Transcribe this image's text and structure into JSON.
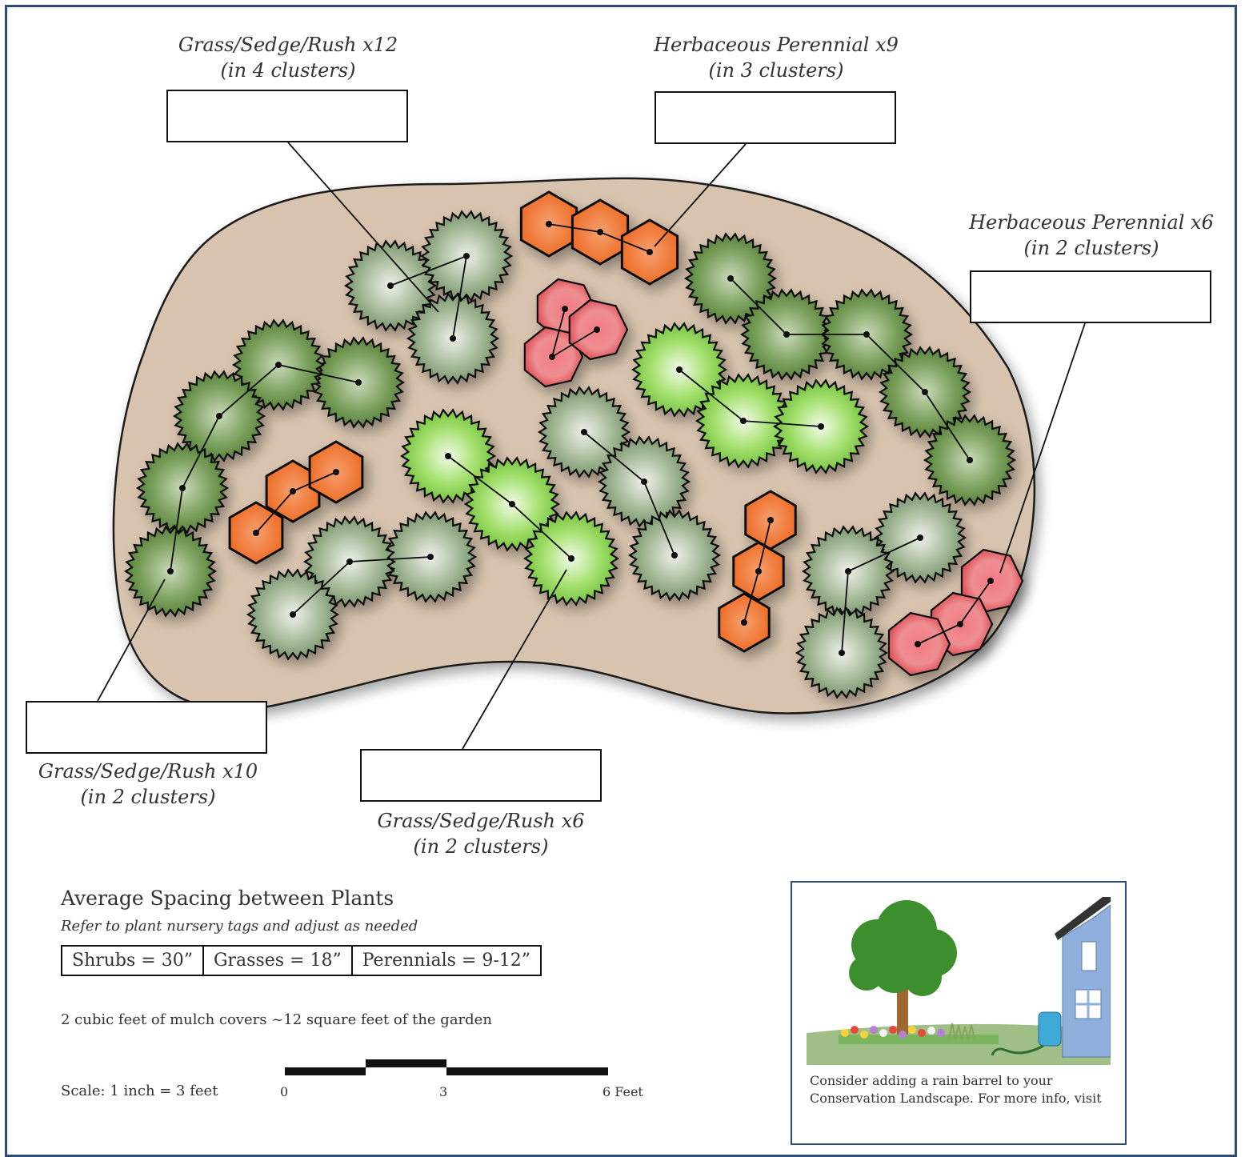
{
  "labels": {
    "grass12": {
      "line1": "Grass/Sedge/Rush x12",
      "line2": "(in 4 clusters)"
    },
    "perennial9": {
      "line1": "Herbaceous Perennial x9",
      "line2": "(in 3 clusters)"
    },
    "perennial6": {
      "line1": "Herbaceous Perennial x6",
      "line2": "(in 2 clusters)"
    },
    "grass10": {
      "line1": "Grass/Sedge/Rush x10",
      "line2": "(in 2 clusters)"
    },
    "grass6": {
      "line1": "Grass/Sedge/Rush x6",
      "line2": "(in 2 clusters)"
    }
  },
  "spacing": {
    "title": "Average Spacing between Plants",
    "note": "Refer to plant nursery tags and adjust as needed",
    "shrubs": "Shrubs = 30”",
    "grasses": "Grasses = 18”",
    "perennials": "Perennials = 9-12”"
  },
  "mulch_note": "2 cubic feet of mulch covers ~12 square feet of the garden",
  "scale": {
    "label": "Scale: 1 inch = 3 feet",
    "tick_0": "0",
    "tick_3": "3",
    "tick_6": "6 Feet"
  },
  "rain_barrel": {
    "caption": "Consider adding a rain barrel to your Conservation Landscape.  For more info, visit"
  },
  "colors": {
    "bed_fill": "#d8c4ae",
    "grass_dark": "#5d8a3e",
    "grass_sage": "#8fa884",
    "grass_bright": "#7fc94a",
    "perennial_orange": "#f07a2e",
    "perennial_red": "#e8545a",
    "frame": "#2d4a7a"
  }
}
